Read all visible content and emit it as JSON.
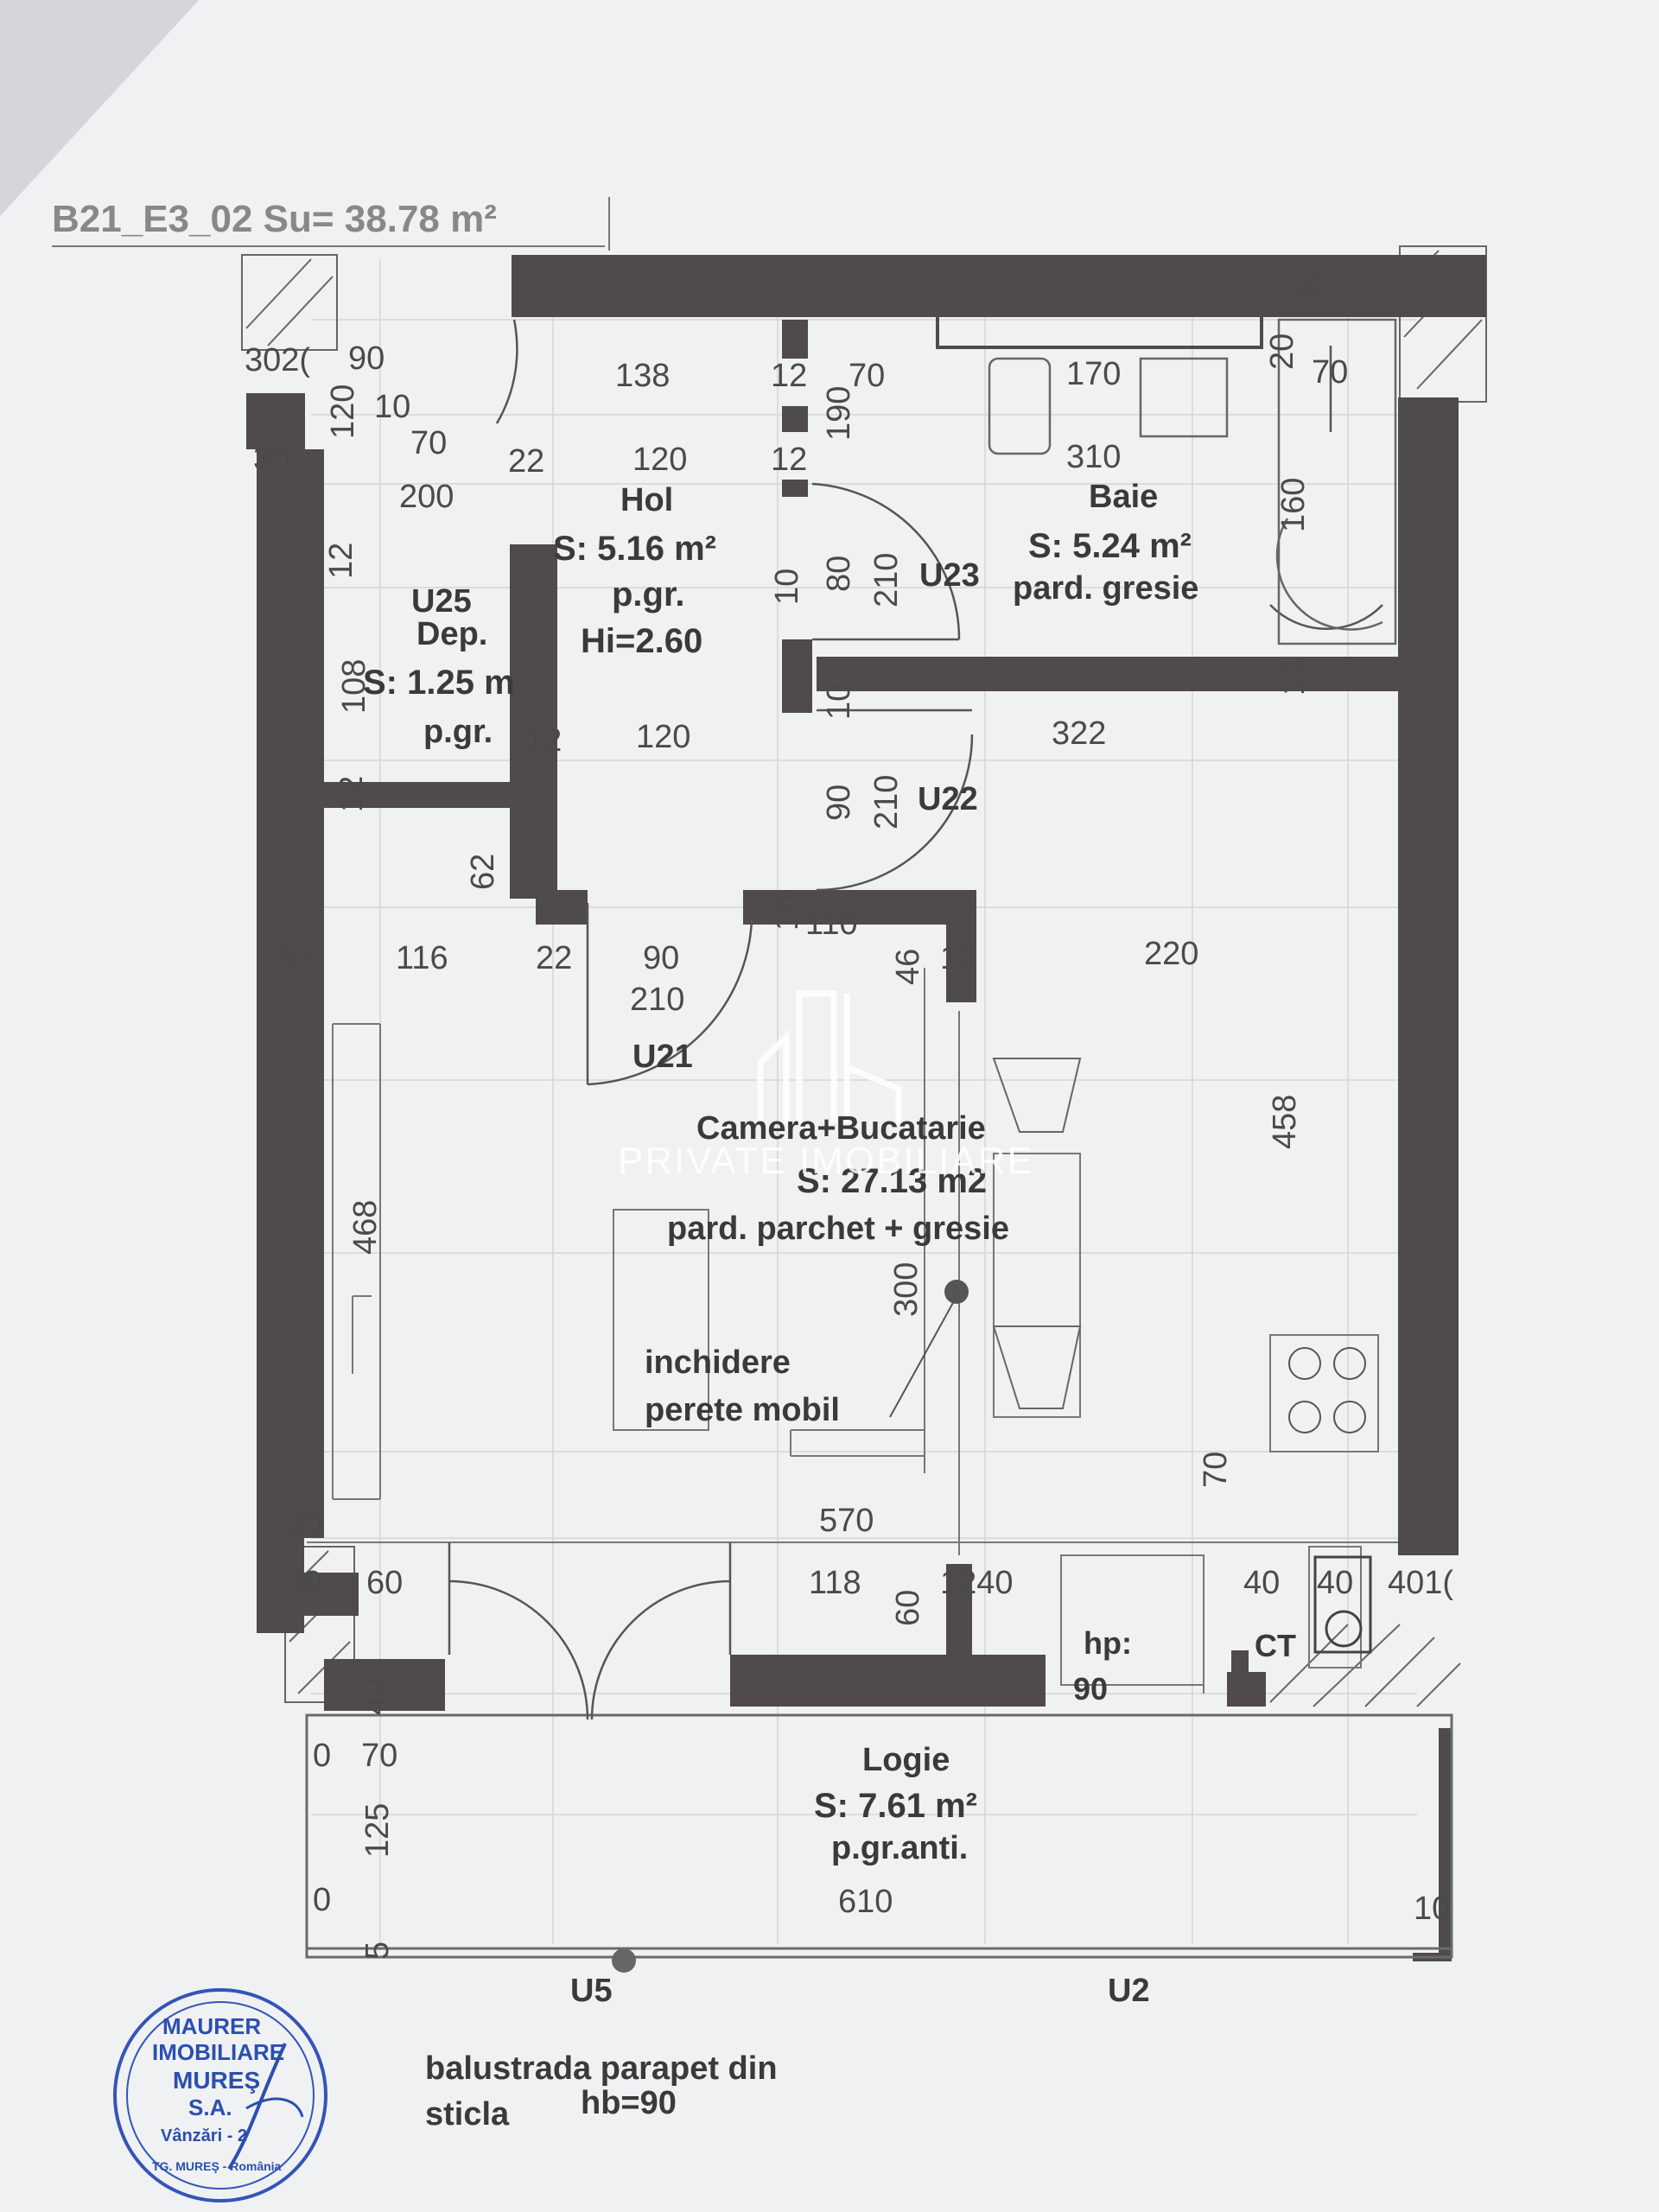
{
  "header": "B21_E3_02 Su=  38.78 m²",
  "rooms": {
    "hol": {
      "name": "Hol",
      "area": "S: 5.16 m²",
      "floor": "p.gr.",
      "height": "Hi=2.60"
    },
    "baie": {
      "name": "Baie",
      "area": "S: 5.24 m²",
      "floor": "pard. gresie"
    },
    "dep": {
      "code": "U25",
      "name": "Dep.",
      "area": "S: 1.25 m",
      "floor": "p.gr."
    },
    "camera": {
      "name": "Camera+Bucatarie",
      "area": "S: 27.13 m2",
      "floor": "pard. parchet + gresie"
    },
    "logie": {
      "name": "Logie",
      "area": "S: 7.61 m²",
      "floor": "p.gr.anti."
    }
  },
  "doors": [
    "U21",
    "U22",
    "U23",
    "U25"
  ],
  "windows": [
    "U5",
    "U2"
  ],
  "notes": {
    "mobile_wall": [
      "inchidere",
      "perete mobil"
    ],
    "railing": [
      "balustrada parapet din",
      "sticla",
      "hb=90"
    ],
    "hp": [
      "hp:",
      "90"
    ],
    "ct": "CT"
  },
  "dimensions": {
    "d_3020": "302(",
    "d_90a": "90",
    "d_138": "138",
    "d_12a": "12",
    "d_70a": "70",
    "d_170": "170",
    "d_20a": "20",
    "d_30a": "30",
    "d_70b": "70",
    "d_120a": "120",
    "d_10a": "10",
    "d_190": "190",
    "d_30b": "30",
    "d_70c": "70",
    "d_22a": "22",
    "d_120b": "120",
    "d_12b": "12",
    "d_310": "310",
    "d_200": "200",
    "d_160": "160",
    "d_12c": "12",
    "d_10b": "10",
    "d_80": "80",
    "d_210a": "210",
    "d_108": "108",
    "d_12d": "12",
    "d_12e": "12",
    "d_120c": "120",
    "d_10c": "10",
    "d_322": "322",
    "d_12f": "12",
    "d_90b": "90",
    "d_210b": "210",
    "d_62": "62",
    "d_30c": "30",
    "d_116": "116",
    "d_22b": "22",
    "d_90c": "90",
    "d_10d": "10",
    "d_110": "110",
    "d_46": "46",
    "d_12g": "12",
    "d_220": "220",
    "d_210c": "210",
    "d_458": "458",
    "d_468": "468",
    "d_300": "300",
    "d_70d": "70",
    "d_30d": "30",
    "d_570": "570",
    "d_30e": "30",
    "d_60a": "60",
    "d_118": "118",
    "d_60b": "60",
    "d_1240": "1240",
    "d_40a": "40",
    "d_40b": "40",
    "d_401": "401(",
    "d_40c": "40",
    "d_0a": "0",
    "d_70e": "70",
    "d_125": "125",
    "d_0b": "0",
    "d_610": "610",
    "d_5": "5",
    "d_10e": "10"
  },
  "stamp": {
    "line1": "MAURER",
    "line2": "IMOBILIARE",
    "line3": "MUREŞ",
    "line4": "S.A.",
    "line5": "Vânzări - 2",
    "line6": "TG. MUREŞ - România"
  },
  "watermark": "PRIVATE IMOBILIARE"
}
